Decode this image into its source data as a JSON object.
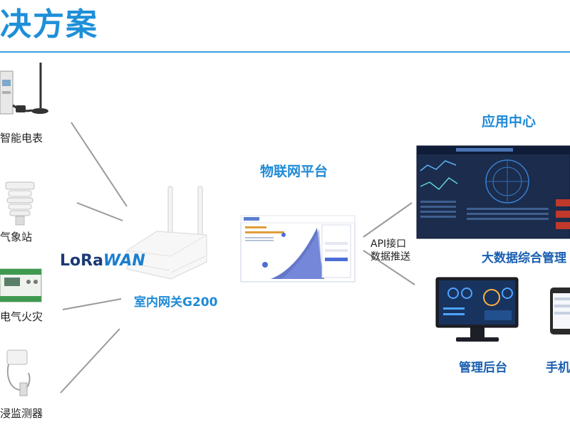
{
  "header": {
    "title": "决方案"
  },
  "devices": [
    {
      "label": "智能电表",
      "icon": "smart-meter-icon"
    },
    {
      "label": "气象站",
      "icon": "weather-station-icon"
    },
    {
      "label": "电气火灾",
      "icon": "electrical-fire-icon"
    },
    {
      "label": "浸监测器",
      "icon": "water-sensor-icon"
    }
  ],
  "lorawan": {
    "part1": "LoRa",
    "part2": "WAN"
  },
  "gateway": {
    "label": "室内网关G200",
    "icon": "gateway-router-icon"
  },
  "iot_platform": {
    "title": "物联网平台",
    "icon": "platform-screen-icon"
  },
  "api": {
    "line1": "API接口",
    "line2": "数据推送"
  },
  "app_center": {
    "title": "应用中心",
    "bigdata_label": "大数据综合管理",
    "admin_label": "管理后台",
    "mobile_label": "手机"
  },
  "colors": {
    "accent": "#1e8fd8",
    "dashboard_bg": "#1b2c4c",
    "line": "#9a9a9a"
  }
}
